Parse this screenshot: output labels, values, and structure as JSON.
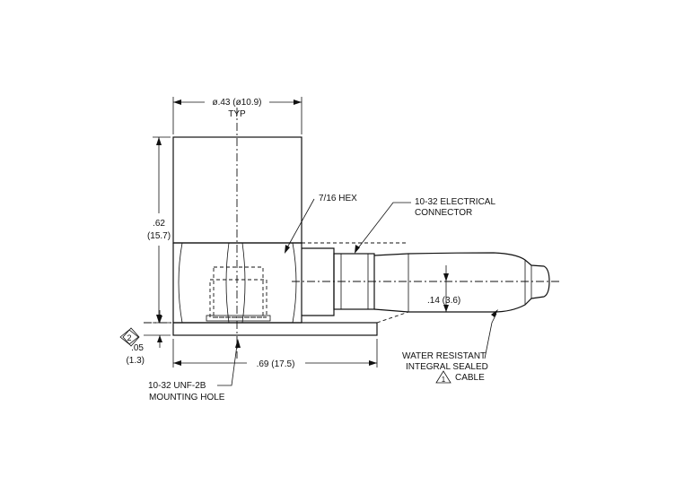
{
  "labels": {
    "diameter": "ø.43 (ø10.9)",
    "typ": "TYP",
    "hex": "7/16 HEX",
    "connector_line1": "10-32 ELECTRICAL",
    "connector_line2": "CONNECTOR",
    "height_in": ".62",
    "height_mm": "(15.7)",
    "cable_dia": ".14 (3.6)",
    "base_in": ".05",
    "base_mm": "(1.3)",
    "length": ".69 (17.5)",
    "mount_line1": "10-32 UNF-2B",
    "mount_line2": "MOUNTING HOLE",
    "cable_line1": "WATER RESISTANT",
    "cable_line2": "INTEGRAL SEALED",
    "cable_line3": "CABLE",
    "note1": "1",
    "note2": "2"
  }
}
